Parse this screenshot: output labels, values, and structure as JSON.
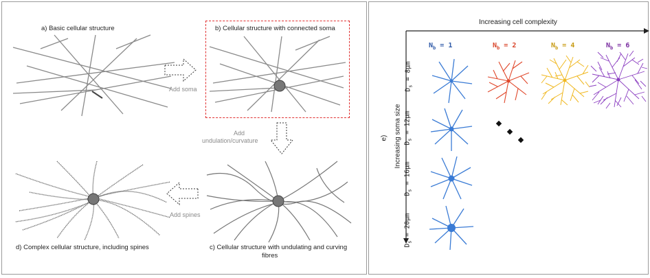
{
  "left_panel": {
    "a_label": "a) Basic cellular structure",
    "b_label": "b) Cellular structure with connected soma",
    "c_label_line1": "c) Cellular structure with undulating and curving",
    "c_label_line2": "fibres",
    "d_label": "d) Complex cellular structure, including spines",
    "arrow_add_soma": "Add soma",
    "arrow_add_undulation_line1": "Add",
    "arrow_add_undulation_line2": "undulation/curvature",
    "arrow_add_spines": "Add spines"
  },
  "right_panel": {
    "panel_label": "e)",
    "x_axis_title": "Increasing cell complexity",
    "y_axis_title": "Increasing soma size",
    "columns": [
      {
        "label": "N",
        "sub": "b",
        "value": "= 1",
        "color": "#2f5aa8"
      },
      {
        "label": "N",
        "sub": "b",
        "value": "= 2",
        "color": "#d9462b"
      },
      {
        "label": "N",
        "sub": "b",
        "value": "= 4",
        "color": "#c79a12"
      },
      {
        "label": "N",
        "sub": "b",
        "value": "= 6",
        "color": "#7a2ea0"
      }
    ],
    "rows": [
      {
        "label": "D",
        "sub": "s",
        "value": " = 8µm"
      },
      {
        "label": "D",
        "sub": "s",
        "value": " = 12µm"
      },
      {
        "label": "D",
        "sub": "s",
        "value": " = 16µm"
      },
      {
        "label": "D",
        "sub": "s",
        "value": " = 20µm"
      }
    ]
  },
  "colors": {
    "neuron_blue": "#3a7bd5",
    "neuron_red": "#e0472a",
    "neuron_yellow": "#f0b820",
    "neuron_purple": "#8a3cc0",
    "highlight_box": "#e03030"
  }
}
